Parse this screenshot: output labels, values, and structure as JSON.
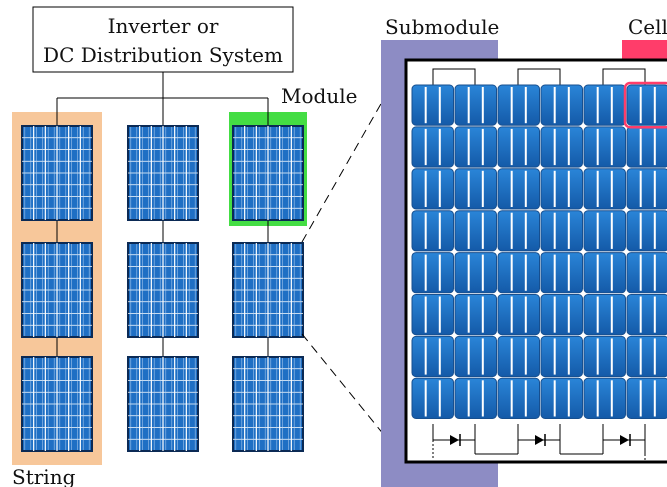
{
  "labels": {
    "inverter_line1": "Inverter or",
    "inverter_line2": "DC Distribution System",
    "module": "Module",
    "string": "String",
    "submodule": "Submodule",
    "cell": "Cell"
  },
  "colors": {
    "cell_blue": "#1f6fc4",
    "cell_dark": "#174f8f",
    "panel_frame": "#0b2a55",
    "string_highlight": "#f7c79a",
    "module_highlight": "#44dd44",
    "submodule_highlight": "#8d8cc4",
    "cell_highlight": "#ff3d6a",
    "line": "#000000"
  },
  "array": {
    "strings": 3,
    "modules_per_string": 3
  },
  "module_detail": {
    "columns": 6,
    "rows": 8,
    "bypass_diodes": 3
  }
}
